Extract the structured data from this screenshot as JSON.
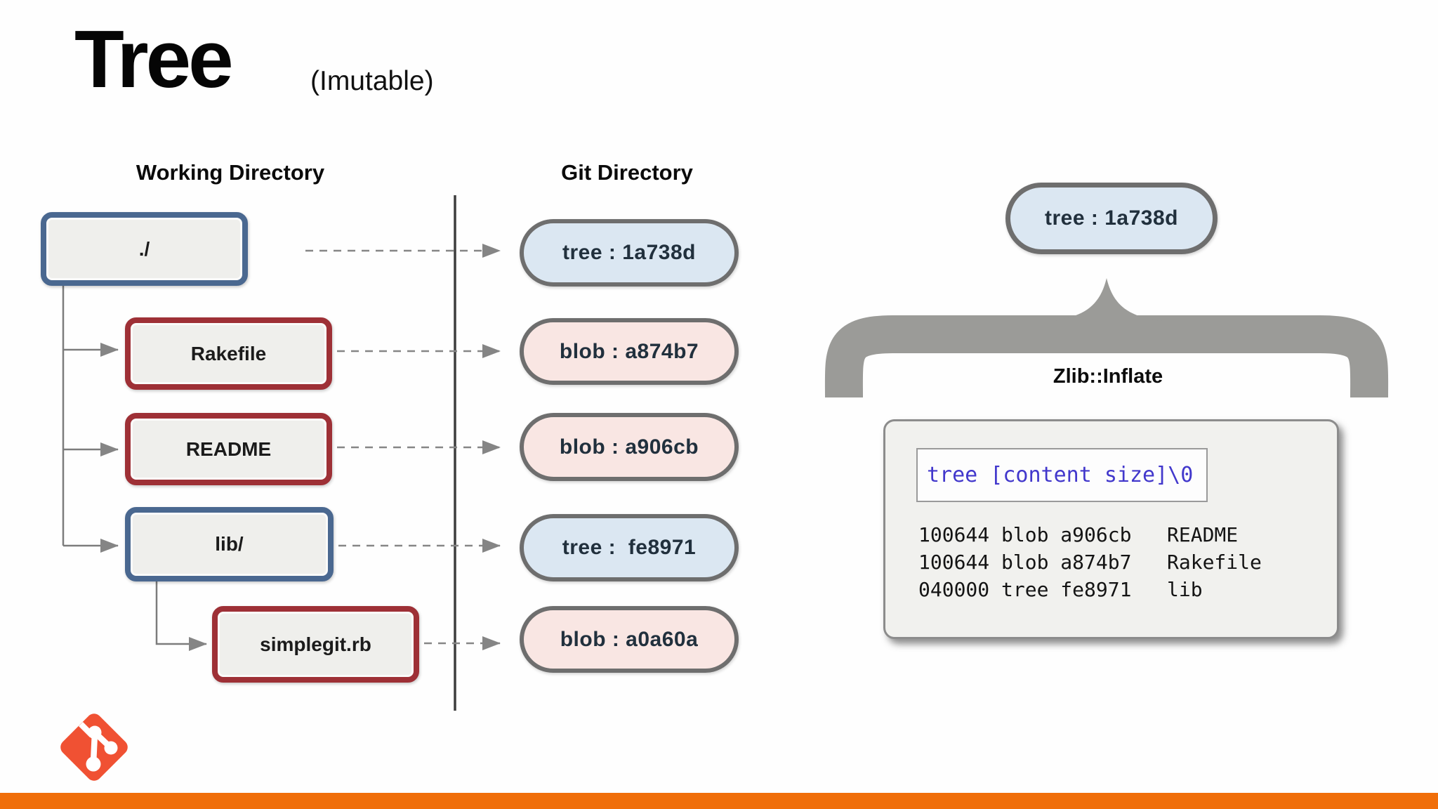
{
  "slide": {
    "title": "Tree",
    "subtitle": "(Imutable)"
  },
  "columns": {
    "working_heading": "Working Directory",
    "git_heading": "Git Directory"
  },
  "working_tree": {
    "root": {
      "label": "./",
      "type": "directory"
    },
    "children": [
      {
        "label": "Rakefile",
        "type": "file"
      },
      {
        "label": "README",
        "type": "file"
      },
      {
        "label": "lib/",
        "type": "directory"
      }
    ],
    "lib_children": [
      {
        "label": "simplegit.rb",
        "type": "file"
      }
    ]
  },
  "git_objects": [
    {
      "label": "tree : 1a738d",
      "kind": "tree"
    },
    {
      "label": "blob : a874b7",
      "kind": "blob"
    },
    {
      "label": "blob : a906cb",
      "kind": "blob"
    },
    {
      "label": "tree :  fe8971",
      "kind": "tree"
    },
    {
      "label": "blob : a0a60a",
      "kind": "blob"
    }
  ],
  "inflate_panel": {
    "object_label": "tree : 1a738d",
    "operation_label": "Zlib::Inflate",
    "header_line": "tree [content size]\\0",
    "entries": [
      "100644 blob a906cb   README",
      "100644 blob a874b7   Rakefile",
      "040000 tree fe8971   lib"
    ]
  },
  "colors": {
    "directory_border_blue": "#4a6890",
    "file_border_red": "#9e3036",
    "tree_pill_fill": "#dbe7f2",
    "blob_pill_fill": "#f9e6e3",
    "pill_border_gray": "#6e6e6e",
    "brace_gray": "#9b9b98",
    "code_header_blue": "#4238cc",
    "git_logo_orange": "#f05133",
    "footer_bar_orange": "#f06e09"
  }
}
